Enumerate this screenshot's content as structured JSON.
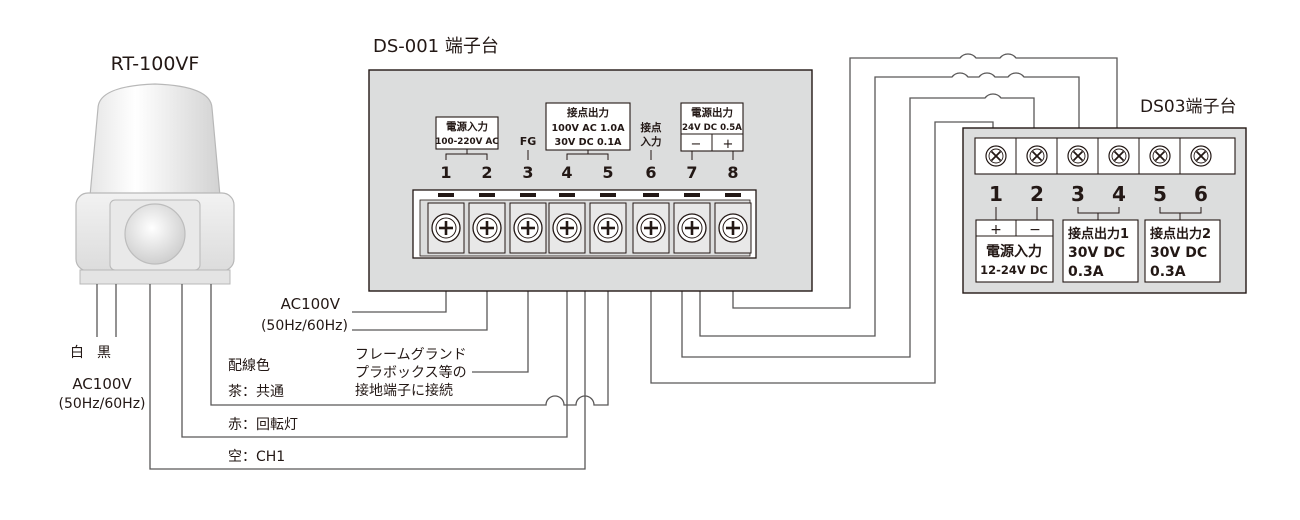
{
  "device": {
    "model": "RT-100VF"
  },
  "ds001": {
    "title": "DS-001 端子台",
    "power_in": {
      "line1": "電源入力",
      "line2": "100-220V AC"
    },
    "fg": "FG",
    "contact_out": {
      "line1": "接点出力",
      "line2": "100V AC  1.0A",
      "line3": "30V DC  0.1A"
    },
    "contact_in": {
      "line1": "接点",
      "line2": "入力"
    },
    "power_out": {
      "line1": "電源出力",
      "line2": "24V DC  0.5A",
      "minus": "−",
      "plus": "+"
    },
    "terminals": [
      "1",
      "2",
      "3",
      "4",
      "5",
      "6",
      "7",
      "8"
    ]
  },
  "ds03": {
    "title": "DS03端子台",
    "terminals": [
      "1",
      "2",
      "3",
      "4",
      "5",
      "6"
    ],
    "polarity": {
      "plus": "+",
      "minus": "−"
    },
    "power_in": {
      "line1": "電源入力",
      "line2": "12-24V DC"
    },
    "contact1": {
      "line1": "接点出力1",
      "line2": "30V DC",
      "line3": "0.3A"
    },
    "contact2": {
      "line1": "接点出力2",
      "line2": "30V DC",
      "line3": "0.3A"
    }
  },
  "labels": {
    "ac_line1": "AC100V",
    "ac_line2": "(50Hz/60Hz)",
    "wire_white": "白",
    "wire_black": "黒",
    "ac2_line1": "AC100V",
    "ac2_line2": "(50Hz/60Hz)",
    "wiring_color": "配線色",
    "brown": "茶：共通",
    "red": "赤：回転灯",
    "empty": "空：CH1",
    "fg_note1": "フレームグランド",
    "fg_note2": "プラボックス等の",
    "fg_note3": "接地端子に接続"
  }
}
